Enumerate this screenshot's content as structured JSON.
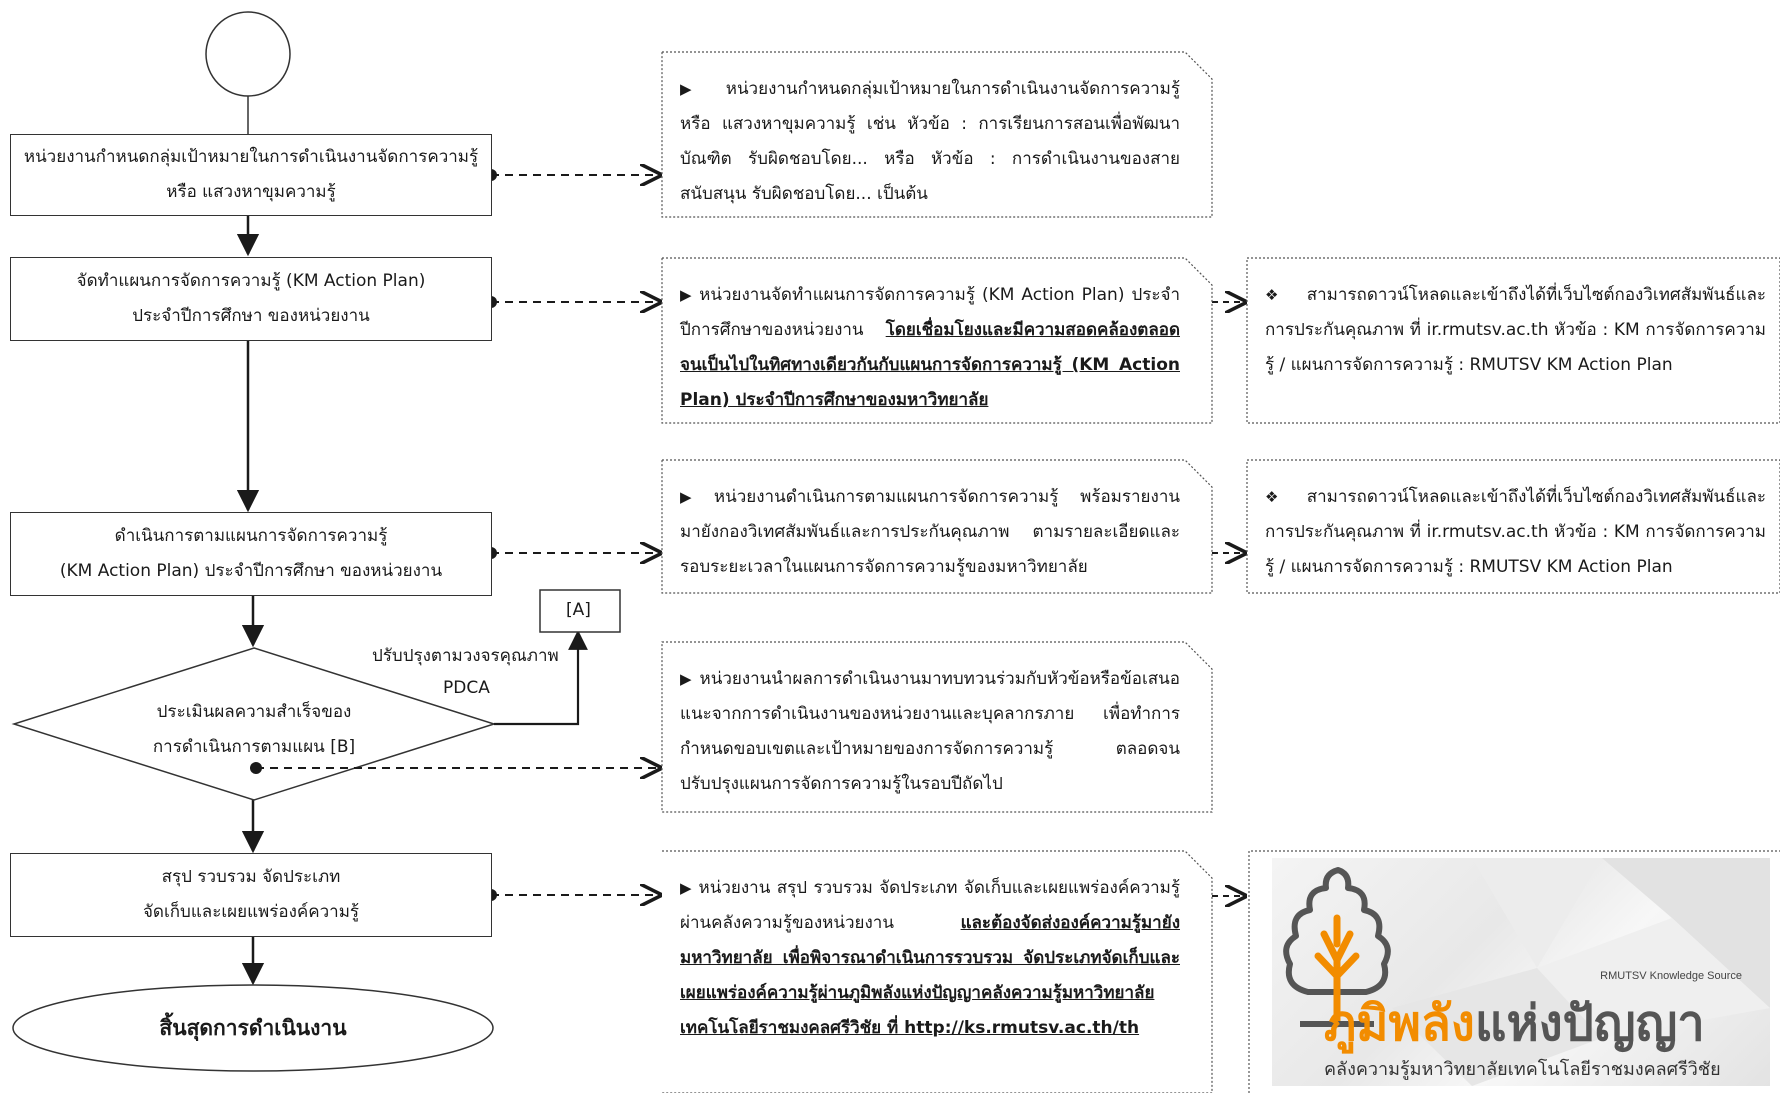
{
  "steps": {
    "s1": [
      "หน่วยงานกำหนดกลุ่มเป้าหมายในการดำเนินงานจัดการความรู้",
      "หรือ แสวงหาขุมความรู้"
    ],
    "s2": [
      "จัดทำแผนการจัดการความรู้ (KM Action Plan)",
      "ประจำปีการศึกษา ของหน่วยงาน"
    ],
    "s3": [
      "ดำเนินการตามแผนการจัดการความรู้",
      "(KM Action Plan) ประจำปีการศึกษา ของหน่วยงาน"
    ],
    "decision": [
      "ประเมินผลความสำเร็จของ",
      "การดำเนินการตามแผน [B]"
    ],
    "s5": [
      "สรุป รวบรวม จัดประเภท",
      "จัดเก็บและเผยแพร่องค์ความรู้"
    ],
    "end": "สิ้นสุดการดำเนินงาน"
  },
  "connector_label": "[A]",
  "pdca_label": [
    "ปรับปรุงตามวงจรคุณภาพ",
    "PDCA"
  ],
  "notes": {
    "n1": "หน่วยงานกำหนดกลุ่มเป้าหมายในการดำเนินงานจัดการความรู้ หรือ แสวงหาขุมความรู้ เช่น หัวข้อ : การเรียนการสอนเพื่อพัฒนาบัณฑิต รับผิดชอบโดย... หรือ หัวข้อ : การดำเนินงานของสายสนับสนุน รับผิดชอบโดย... เป็นต้น",
    "n2_plain": "หน่วยงานจัดทำแผนการจัดการความรู้ (KM Action Plan) ประจำปีการศึกษาของหน่วยงาน ",
    "n2_bold": "โดยเชื่อมโยงและมีความสอดคล้องตลอดจนเป็นไปในทิศทางเดียวกันกับแผนการจัดการความรู้ (KM Action Plan) ประจำปีการศึกษาของมหาวิทยาลัย",
    "n3": "หน่วยงานดำเนินการตามแผนการจัดการความรู้ พร้อมรายงานมายังกองวิเทศสัมพันธ์และการประกันคุณภาพ ตามรายละเอียดและรอบระยะเวลาในแผนการจัดการความรู้ของมหาวิทยาลัย",
    "n4": "หน่วยงานนำผลการดำเนินงานมาทบทวนร่วมกับหัวข้อหรือข้อเสนอแนะจากการดำเนินงานของหน่วยงานและบุคลากรภาย เพื่อทำการกำหนดขอบเขตและเป้าหมายของการจัดการความรู้ ตลอดจนปรับปรุงแผนการจัดการความรู้ในรอบปีถัดไป",
    "n5_plain": "หน่วยงาน สรุป รวบรวม จัดประเภท จัดเก็บและเผยแพร่องค์ความรู้ผ่านคลังความรู้ของหน่วยงาน ",
    "n5_bold": "และต้องจัดส่งองค์ความรู้มายังมหาวิทยาลัย เพื่อพิจารณาดำเนินการรวบรวม จัดประเภทจัดเก็บและเผยแพร่องค์ความรู้ผ่านภูมิพลังแห่งปัญญาคลังความรู้มหาวิทยาลัยเทคโนโลยีราชมงคลศรีวิชัย ที่ http://ks.rmutsv.ac.th/th",
    "side": "สามารถดาวน์โหลดและเข้าถึงได้ที่เว็บไซต์กองวิเทศสัมพันธ์และการประกันคุณภาพ ที่ ir.rmutsv.ac.th หัวข้อ : KM การจัดการความรู้ / แผนการจัดการความรู้ : RMUTSV KM Action Plan"
  },
  "logo": {
    "caption": "RMUTSV Knowledge Source",
    "title_orange": "ภูมิพลัง",
    "title_gray": "แห่งปัญญา",
    "subtitle": "คลังความรู้มหาวิทยาลัยเทคโนโลยีราชมงคลศรีวิชัย"
  },
  "colors": {
    "line": "#1a1a1a",
    "logo_orange": "#f28c00"
  }
}
